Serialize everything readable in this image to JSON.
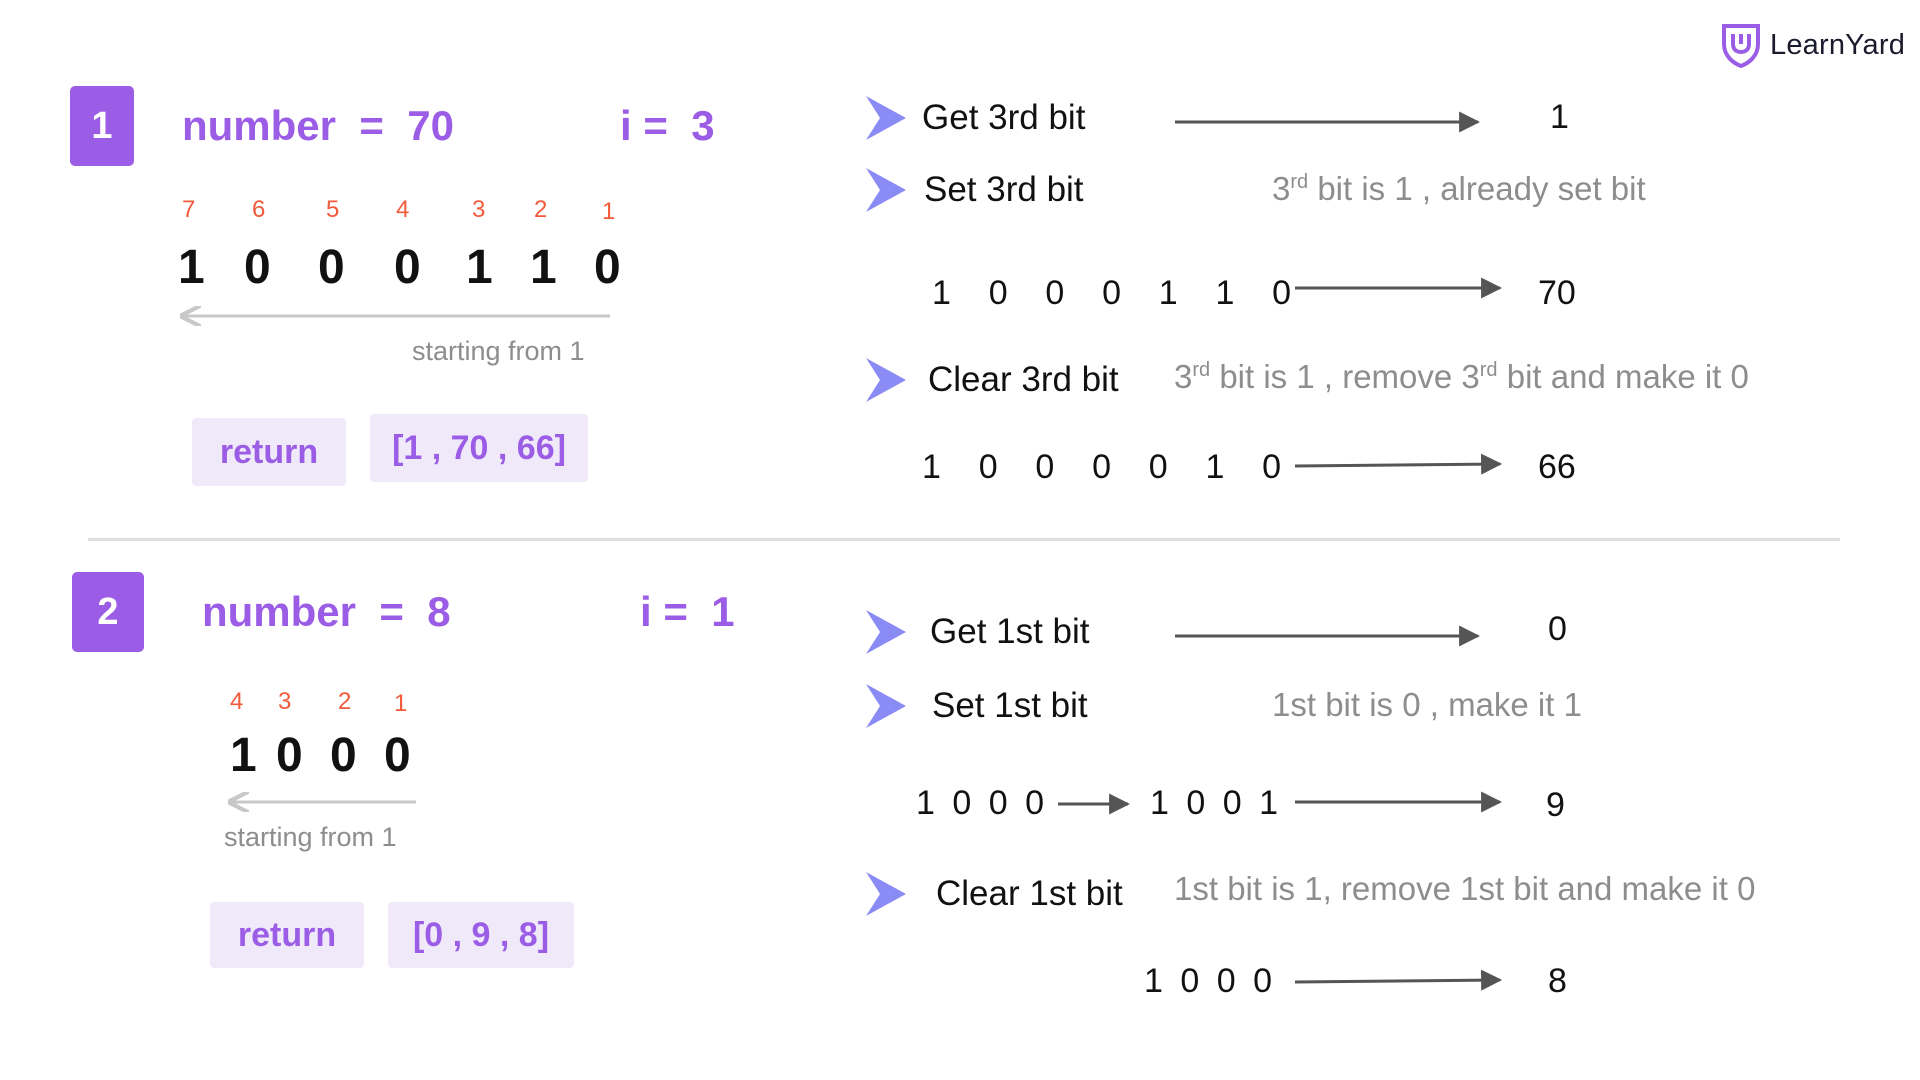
{
  "brand": {
    "name": "LearnYard",
    "logo_icon": "shield-logo-icon",
    "accent": "#9b5de5"
  },
  "examples": [
    {
      "badge": "1",
      "number_label": "number  =  70",
      "i_label": "i =  3",
      "bit_indices": [
        "7",
        "6",
        "5",
        "4",
        "3",
        "2",
        "1"
      ],
      "bits": [
        "1",
        "0",
        "0",
        "0",
        "1",
        "1",
        "0"
      ],
      "starting_caption": "starting from 1",
      "return_label": "return",
      "return_value": "[1 , 70 , 66]",
      "get": {
        "label": "Get 3rd bit",
        "result": "1"
      },
      "set": {
        "label": "Set 3rd bit",
        "note": {
          "pre": "3",
          "sup": "rd",
          "post": " bit is 1 , already set bit"
        },
        "sequence": "1    0    0    0    1    1    0",
        "result": "70"
      },
      "clear": {
        "label": "Clear 3rd bit",
        "note": {
          "p1": "3",
          "s1": "rd",
          "p2": " bit is 1 , remove 3",
          "s2": "rd",
          "p3": " bit  and make it 0"
        },
        "sequence": "1    0    0    0    0    1    0",
        "result": "66"
      }
    },
    {
      "badge": "2",
      "number_label": "number  =  8",
      "i_label": "i =  1",
      "bit_indices": [
        "4",
        "3",
        "2",
        "1"
      ],
      "bits": [
        "1",
        "0",
        "0",
        "0"
      ],
      "starting_caption": "starting from 1",
      "return_label": "return",
      "return_value": "[0 , 9 , 8]",
      "get": {
        "label": "Get 1st bit",
        "result": "0"
      },
      "set": {
        "label": "Set 1st bit",
        "note": "1st bit is 0 , make it 1",
        "sequence_from": "1 0 0 0",
        "sequence_to": "1 0 0 1",
        "result": "9"
      },
      "clear": {
        "label": "Clear 1st bit",
        "note": "1st bit is 1, remove 1st bit and make it 0",
        "sequence": "1 0 0 0",
        "result": "8"
      }
    }
  ]
}
